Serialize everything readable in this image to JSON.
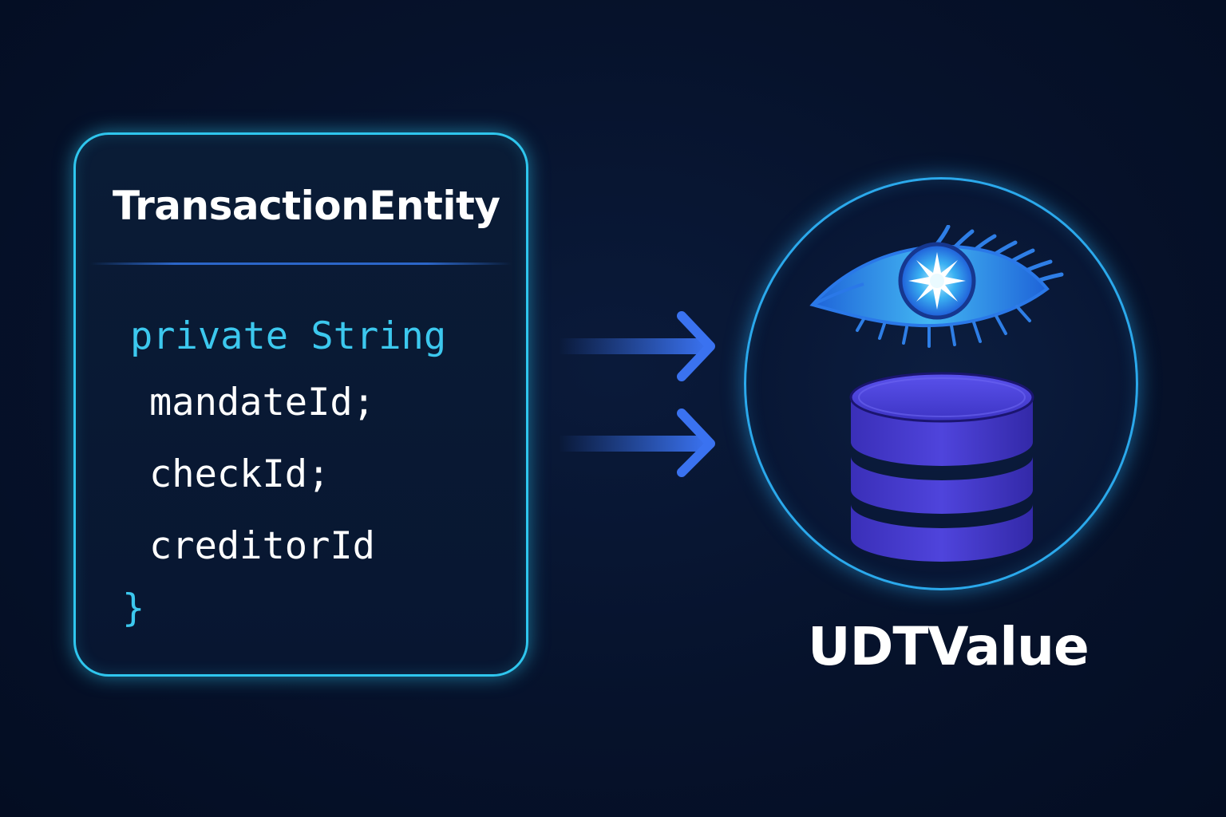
{
  "entity": {
    "title": "TransactionEntity",
    "declaration": "private String",
    "fields": [
      "mandateId;",
      "checkId;",
      "creditorId"
    ],
    "closing_brace": "}"
  },
  "target": {
    "label": "UDTValue",
    "icons": [
      "cassandra-eye-icon",
      "database-icon"
    ]
  },
  "connectors": [
    "arrow-right-icon",
    "arrow-right-icon"
  ],
  "colors": {
    "background": "#06122b",
    "card_border": "#2fc6ee",
    "keyword": "#3cc8ee",
    "text": "#ffffff",
    "arrow": "#3a72f0",
    "circle_border": "#2ba9ec",
    "database": "#4a3ed8"
  }
}
